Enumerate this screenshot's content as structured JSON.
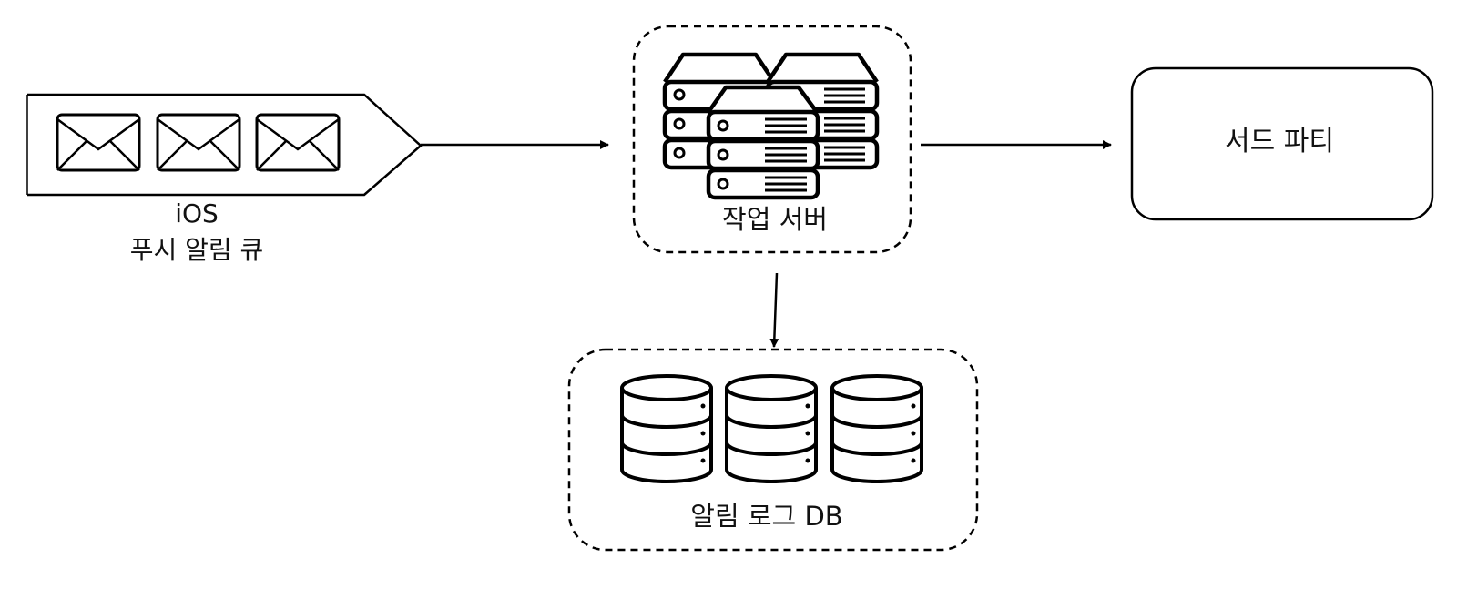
{
  "diagram": {
    "queue": {
      "label_line1": "iOS",
      "label_line2": "푸시 알림 큐"
    },
    "worker": {
      "label": "작업 서버"
    },
    "third_party": {
      "label": "서드 파티"
    },
    "log_db": {
      "label": "알림 로그 DB"
    }
  }
}
